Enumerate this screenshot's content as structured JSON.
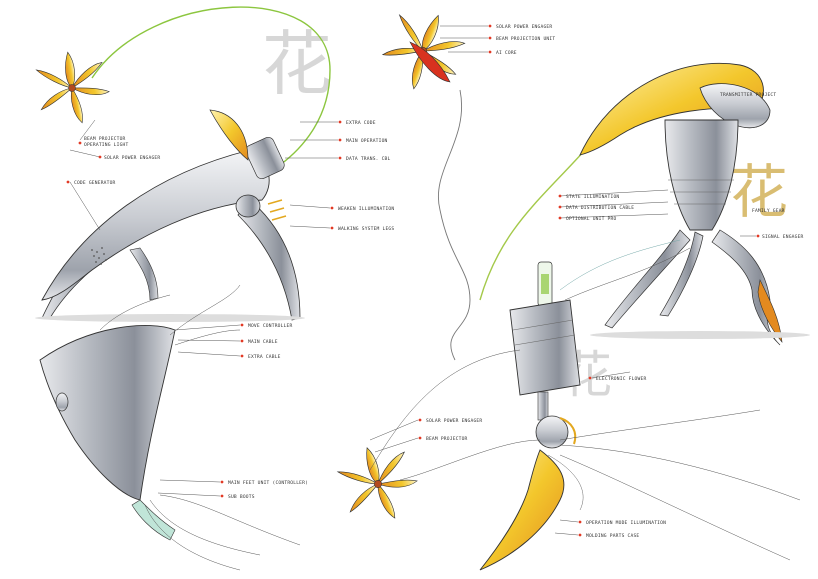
{
  "palette": {
    "paper": "#ffffff",
    "chrome": "#c9ccd2",
    "chrome_dark": "#7d828c",
    "petal_yellow": "#f3c72c",
    "petal_orange": "#e38a1f",
    "accent_red": "#d8321f",
    "cable_green": "#8cc63f",
    "label_dot": "#e23a25",
    "kanji_grey": "#d7d7d7",
    "kanji_gold": "#c9a44a"
  },
  "kanji": "花",
  "sketch1": {
    "labels": [
      "BEAM PROJECTOR",
      "OPERATING LIGHT",
      "SOLAR POWER ENGAGER",
      "EXTRA CODE",
      "MAIN OPERATION",
      "DATA TRANS. CBL",
      "CODE GENERATOR",
      "WEAKEN ILLUMINATION",
      "WALKING SYSTEM LEGS"
    ]
  },
  "sketch2": {
    "labels": [
      "SOLAR POWER ENGAGER",
      "BEAM PROJECTION UNIT",
      "AI CORE",
      "TRANSMITTER PROJECT",
      "STATE ILLUMINATION",
      "DATA DISTRIBUTION CABLE",
      "OPTIONAL UNIT PRO",
      "FAMILY GEAR",
      "SIGNAL ENGAGER",
      "ELECTRONIC FLOWER"
    ]
  },
  "sketch3": {
    "labels": [
      "MOVE CONTROLLER",
      "MAIN CABLE",
      "EXTRA CABLE",
      "MAIN FEET UNIT (CONTROLLER)",
      "SUB BOOTS"
    ]
  },
  "sketch4": {
    "labels": [
      "SOLAR POWER ENGAGER",
      "BEAM PROJECTOR",
      "OPERATION MODE ILLUMINATION",
      "MOLDING PARTS CASE"
    ]
  }
}
